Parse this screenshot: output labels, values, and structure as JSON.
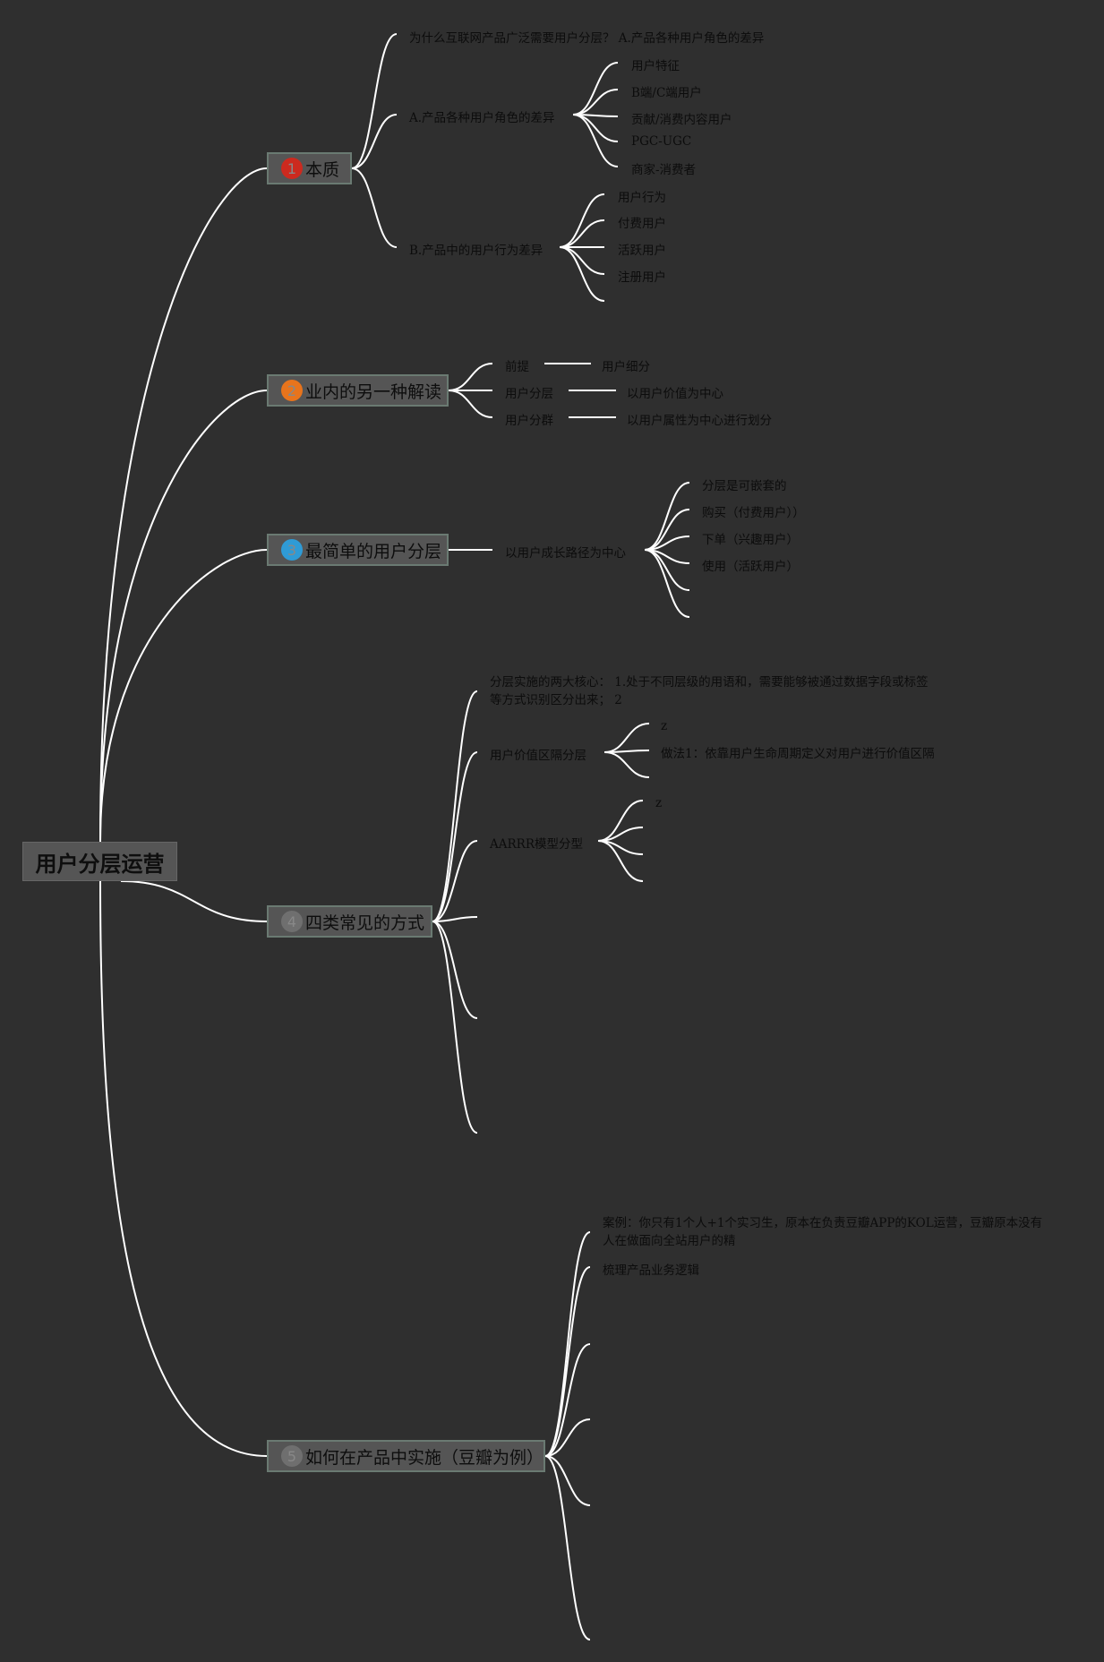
{
  "root": {
    "label": "用户分层运营"
  },
  "topics": [
    {
      "badge": "1",
      "badge_color": "#cc2a1f",
      "label": "本质"
    },
    {
      "badge": "2",
      "badge_color": "#e8741c",
      "label": "业内的另一种解读"
    },
    {
      "badge": "3",
      "badge_color": "#2f9bd6",
      "label": "最简单的用户分层"
    },
    {
      "badge": "4",
      "badge_color": "#6f6f6f",
      "label": "四类常见的方式"
    },
    {
      "badge": "5",
      "badge_color": "#6f6f6f",
      "label": "如何在产品中实施（豆瓣为例）"
    }
  ],
  "t1": {
    "why": "为什么互联网产品广泛需要用户分层？ A.产品各种用户角色的差异",
    "a": "A.产品各种用户角色的差异",
    "a_children": [
      "用户特征",
      "B端/C端用户",
      "贡献/消费内容用户",
      "PGC-UGC",
      "商家-消费者"
    ],
    "b": "B.产品中的用户行为差异",
    "b_children": [
      "用户行为",
      "付费用户",
      "活跃用户",
      "注册用户"
    ]
  },
  "t2": {
    "rows": [
      {
        "k": "前提",
        "v": "用户细分"
      },
      {
        "k": "用户分层",
        "v": "以用户价值为中心"
      },
      {
        "k": "用户分群",
        "v": "以用户属性为中心进行划分"
      }
    ]
  },
  "t3": {
    "center": "以用户成长路径为中心",
    "children": [
      "分层是可嵌套的",
      "购买（付费用户））",
      "下单（兴趣用户）",
      "使用（活跃用户）"
    ]
  },
  "t4": {
    "core": "分层实施的两大核心： 1.处于不同层级的用语和，需要能够被通过数据字段或标签等方式识别区分出来；  2",
    "value": "用户价值区隔分层",
    "value_children": [
      "z",
      "做法1：依靠用户生命周期定义对用户进行价值区隔"
    ],
    "aarrr": "AARRR模型分型",
    "aarrr_children": [
      "z"
    ]
  },
  "t5": {
    "case": "案例：你只有1个人+1个实习生，原本在负责豆瓣APP的KOL运营，豆瓣原本没有人在做面向全站用户的精",
    "logic": "梳理产品业务逻辑"
  }
}
